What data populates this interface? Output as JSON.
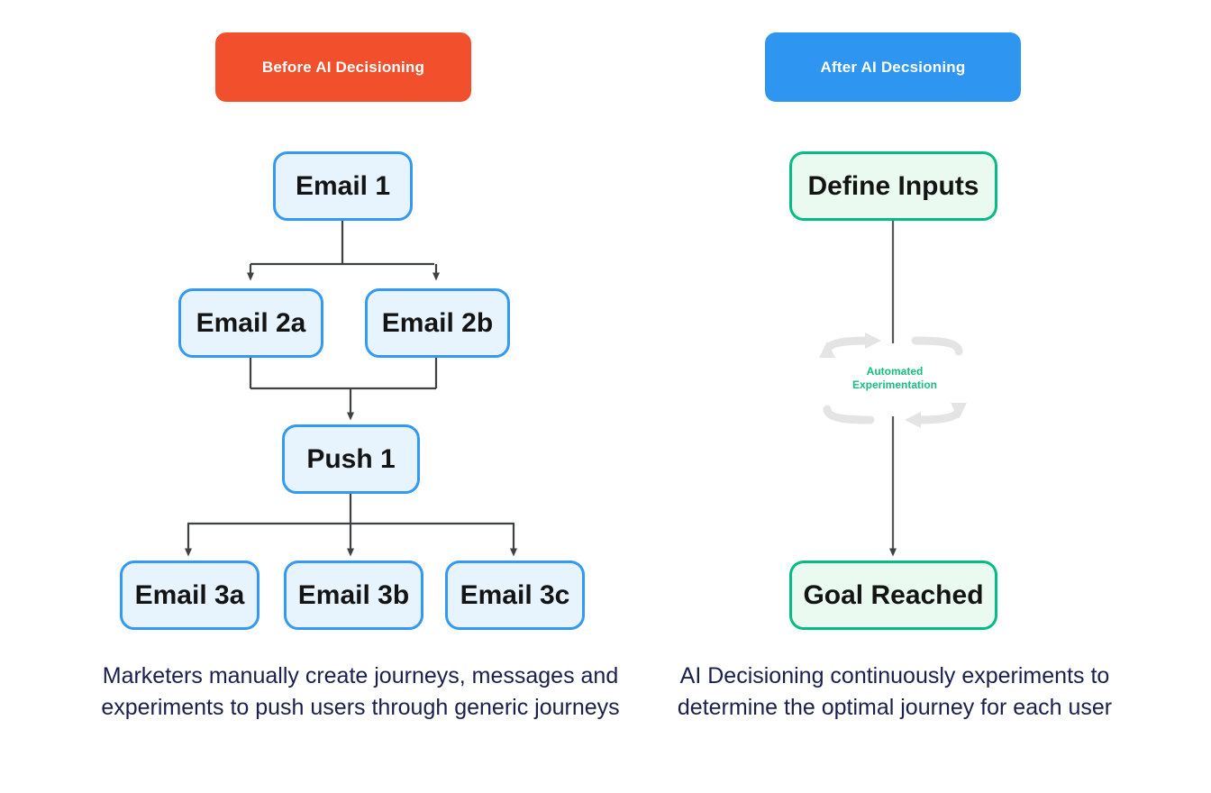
{
  "diagram": {
    "title_left": "Before AI Decisioning",
    "title_right": "After AI Decsioning",
    "colors": {
      "badge_before": "#F2502D",
      "badge_after": "#2E96F0",
      "node_blue_border": "#3399F3",
      "node_blue_fill": "#E7F3FD",
      "node_green_border": "#05BC86",
      "node_green_fill": "#EAFAF1",
      "loop_arrow": "#E4E4E4",
      "loop_label_text": "#17BE7F",
      "connector": "#3D4144",
      "caption_text": "#1A1F4E"
    }
  },
  "left_panel": {
    "badge_label": "Before AI Decisioning",
    "nodes": [
      {
        "id": "email-1",
        "label": "Email 1"
      },
      {
        "id": "email-2a",
        "label": "Email 2a"
      },
      {
        "id": "email-2b",
        "label": "Email 2b"
      },
      {
        "id": "push-1",
        "label": "Push 1"
      },
      {
        "id": "email-3a",
        "label": "Email 3a"
      },
      {
        "id": "email-3b",
        "label": "Email 3b"
      },
      {
        "id": "email-3c",
        "label": "Email 3c"
      }
    ],
    "caption": "Marketers manually create journeys, messages and experiments to push users through generic journeys"
  },
  "right_panel": {
    "badge_label": "After AI Decsioning",
    "nodes": [
      {
        "id": "define-inputs",
        "label": "Define Inputs"
      },
      {
        "id": "goal-reached",
        "label": "Goal Reached"
      }
    ],
    "loop_label_line1": "Automated",
    "loop_label_line2": "Experimentation",
    "caption": "AI Decisioning continuously experiments to determine the optimal journey for each user"
  }
}
